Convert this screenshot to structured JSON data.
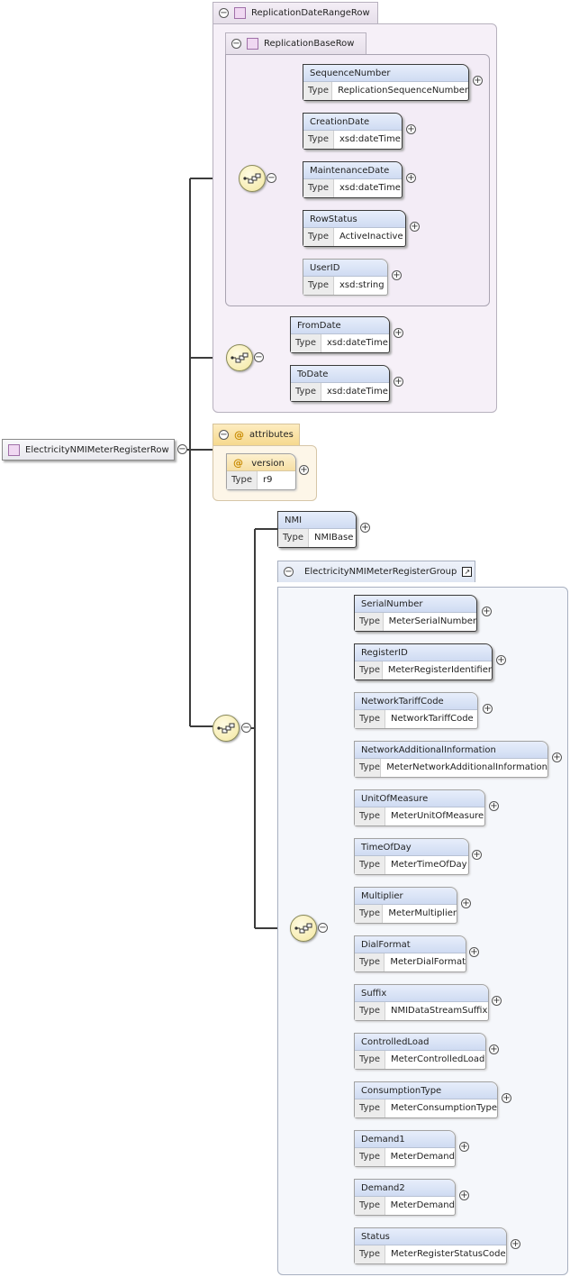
{
  "root": {
    "name": "ElectricityNMIMeterRegisterRow"
  },
  "replication_range": {
    "title": "ReplicationDateRangeRow",
    "base": {
      "title": "ReplicationBaseRow",
      "elements": [
        {
          "name": "SequenceNumber",
          "type": "ReplicationSequenceNumber"
        },
        {
          "name": "CreationDate",
          "type": "xsd:dateTime"
        },
        {
          "name": "MaintenanceDate",
          "type": "xsd:dateTime"
        },
        {
          "name": "RowStatus",
          "type": "ActiveInactive"
        },
        {
          "name": "UserID",
          "type": "xsd:string"
        }
      ]
    },
    "dates": [
      {
        "name": "FromDate",
        "type": "xsd:dateTime"
      },
      {
        "name": "ToDate",
        "type": "xsd:dateTime"
      }
    ]
  },
  "attributes": {
    "title": "attributes",
    "at_symbol": "@",
    "items": [
      {
        "name": "version",
        "type": "r9"
      }
    ]
  },
  "type_label": "Type",
  "nmi": {
    "name": "NMI",
    "type": "NMIBase"
  },
  "register_group": {
    "title": "ElectricityNMIMeterRegisterGroup",
    "link_symbol": "↗",
    "elements": [
      {
        "name": "SerialNumber",
        "type": "MeterSerialNumber"
      },
      {
        "name": "RegisterID",
        "type": "MeterRegisterIdentifier"
      },
      {
        "name": "NetworkTariffCode",
        "type": "NetworkTariffCode"
      },
      {
        "name": "NetworkAdditionalInformation",
        "type": "MeterNetworkAdditionalInformation"
      },
      {
        "name": "UnitOfMeasure",
        "type": "MeterUnitOfMeasure"
      },
      {
        "name": "TimeOfDay",
        "type": "MeterTimeOfDay"
      },
      {
        "name": "Multiplier",
        "type": "MeterMultiplier"
      },
      {
        "name": "DialFormat",
        "type": "MeterDialFormat"
      },
      {
        "name": "Suffix",
        "type": "NMIDataStreamSuffix"
      },
      {
        "name": "ControlledLoad",
        "type": "MeterControlledLoad"
      },
      {
        "name": "ConsumptionType",
        "type": "MeterConsumptionType"
      },
      {
        "name": "Demand1",
        "type": "MeterDemand"
      },
      {
        "name": "Demand2",
        "type": "MeterDemand"
      },
      {
        "name": "Status",
        "type": "MeterRegisterStatusCode"
      }
    ]
  },
  "colors": {
    "wire": "#3c3c3c",
    "wire_optional": "#b0b0b0",
    "element_header": "#dbe4f6"
  }
}
